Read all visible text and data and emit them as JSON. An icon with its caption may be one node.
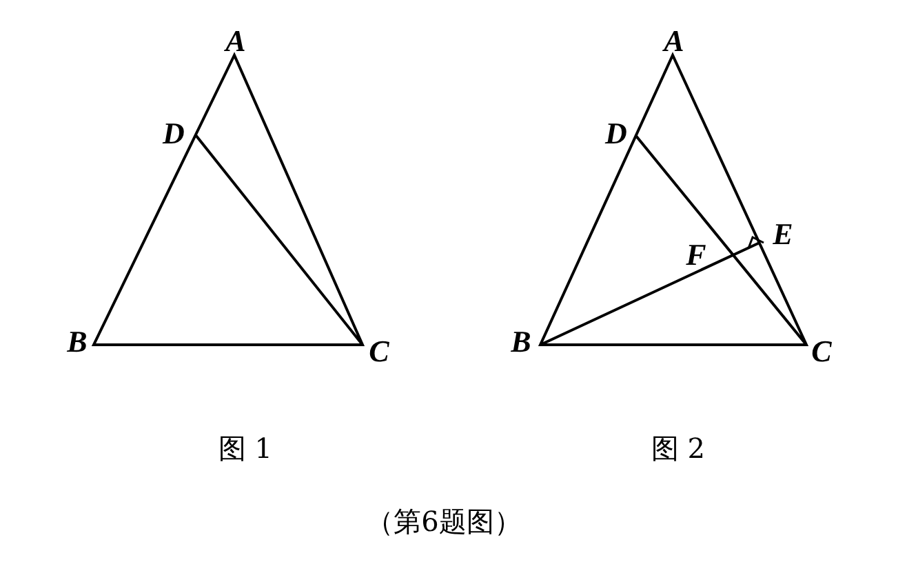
{
  "diagram": {
    "caption": "（第6题图）",
    "labels": [
      "A",
      "D",
      "B",
      "C",
      "A",
      "D",
      "E",
      "F",
      "B",
      "C",
      "图 1",
      "图 2"
    ]
  }
}
